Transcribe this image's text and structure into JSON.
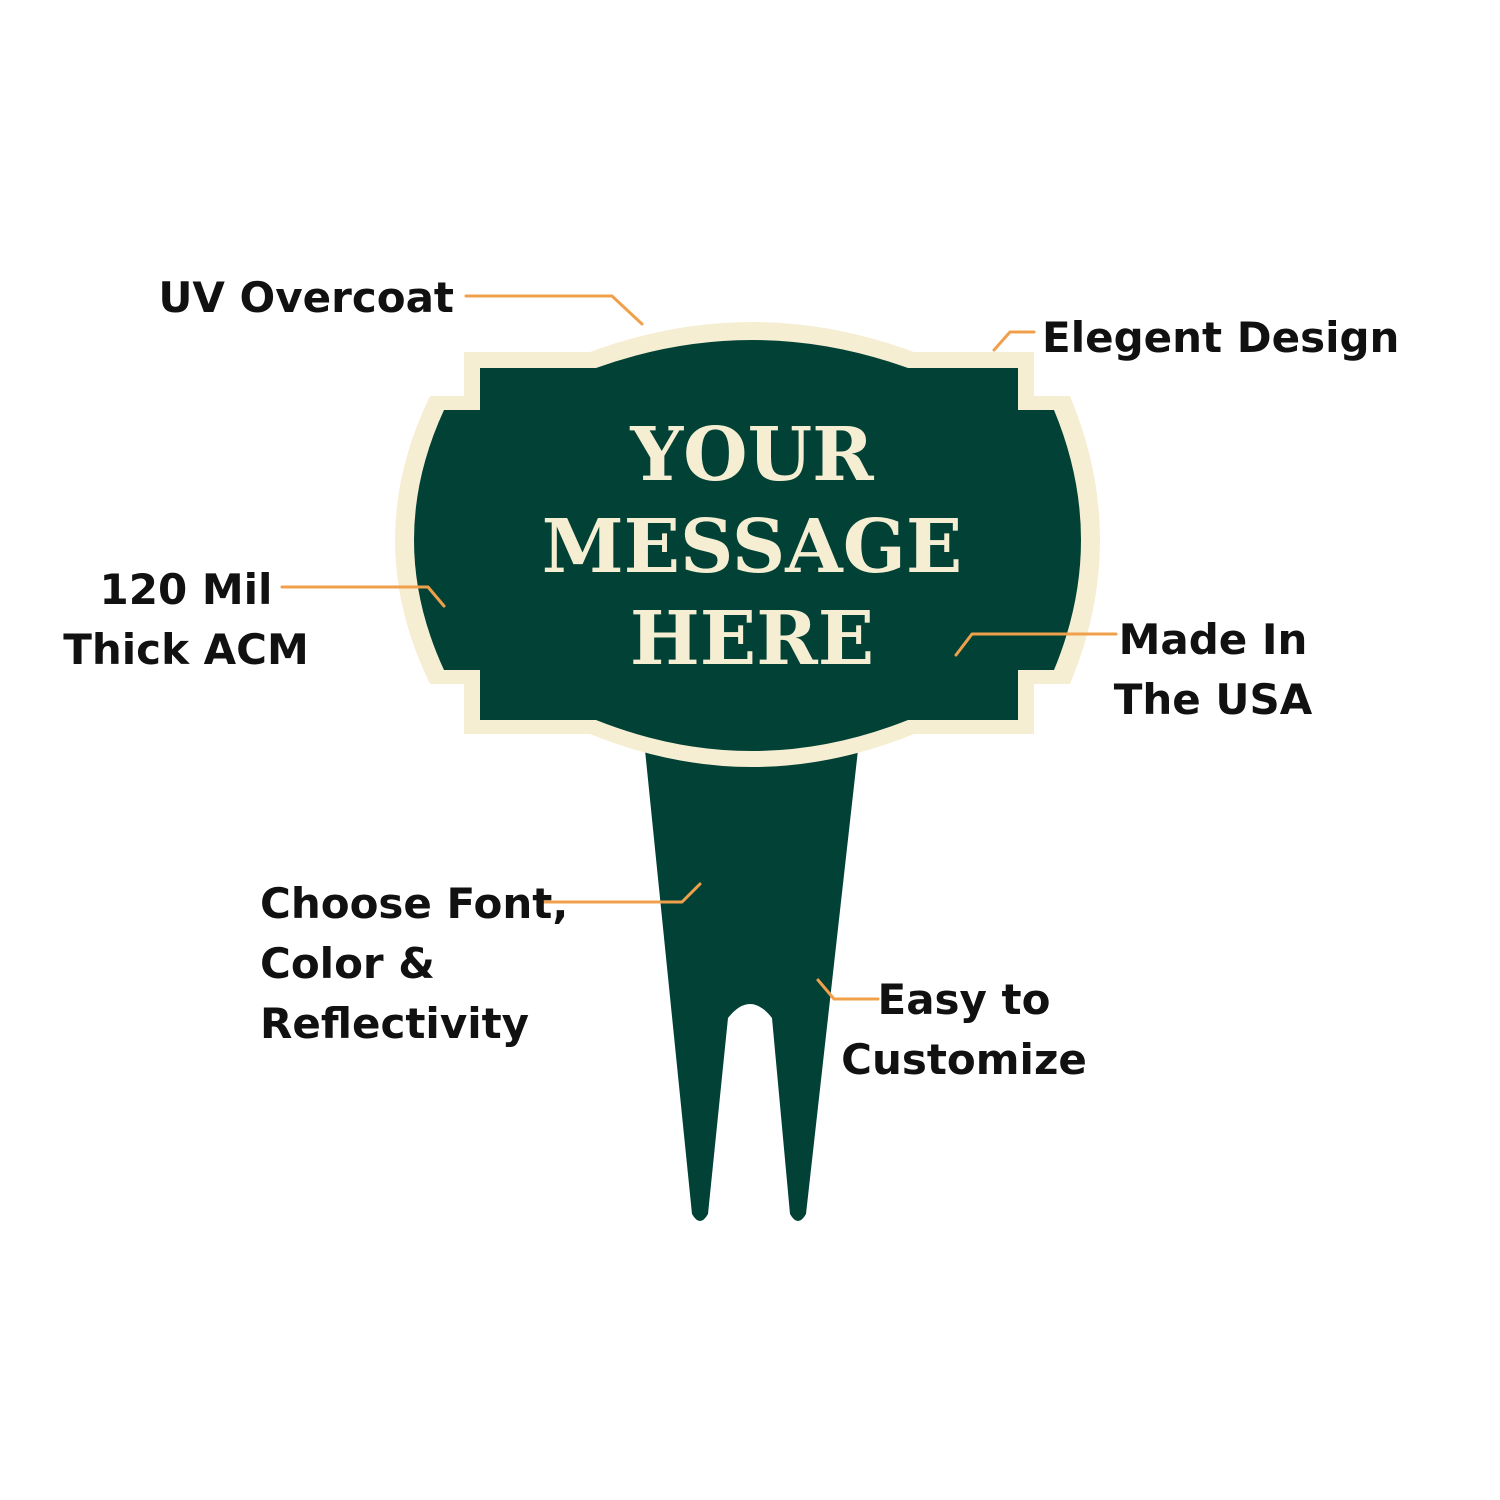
{
  "colors": {
    "sign_green": "#024236",
    "sign_cream": "#f6eed3",
    "leader_orange": "#f0a04b",
    "label_text": "#111111"
  },
  "sign": {
    "message_lines": [
      "YOUR",
      "MESSAGE",
      "HERE"
    ]
  },
  "callouts": {
    "uv_overcoat": [
      "UV Overcoat"
    ],
    "elegent_design": [
      "Elegent Design"
    ],
    "thick_acm": [
      "120 Mil",
      "Thick ACM"
    ],
    "made_in_usa": [
      "Made In",
      "The USA"
    ],
    "choose_font": [
      "Choose Font,",
      "Color &",
      "Reflectivity"
    ],
    "easy_customize": [
      "Easy to",
      "Customize"
    ]
  }
}
